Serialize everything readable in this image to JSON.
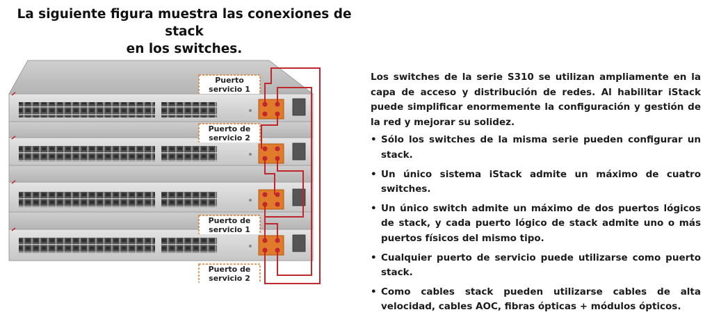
{
  "title": {
    "line1": "La siguiente figura muestra las conexiones de stack",
    "line2": "en los switches."
  },
  "labels": [
    {
      "line1": "Puerto",
      "line2": "servicio 1"
    },
    {
      "line1": "Puerto de",
      "line2": "servicio 2"
    },
    {
      "line1": "Puerto de",
      "line2": "servicio 1"
    },
    {
      "line1": "Puerto de",
      "line2": "servicio 2"
    }
  ],
  "description": {
    "intro": "Los switches de la serie S310 se utilizan ampliamente en la capa de acceso y distribución de redes. Al habilitar iStack puede simplificar enormemente la configuración y gestión de la red y mejorar su solidez.",
    "bullets": [
      "Sólo los switches de la misma serie pueden configurar un stack.",
      "Un único sistema iStack admite un máximo de cuatro switches.",
      "Un único switch admite un máximo de dos puertos lógicos de stack, y cada puerto lógico de stack admite uno o más puertos físicos del mismo tipo.",
      "Cualquier puerto de servicio puede utilizarse como puerto stack.",
      "Como cables stack pueden utilizarse cables de alta velocidad, cables AOC, fibras ópticas + módulos ópticos."
    ]
  },
  "colors": {
    "stack_cable": "#c0262c",
    "port_highlight": "#e07b2b",
    "chassis_top": "#bdbdbd",
    "chassis_front": "#d4d4d4"
  }
}
